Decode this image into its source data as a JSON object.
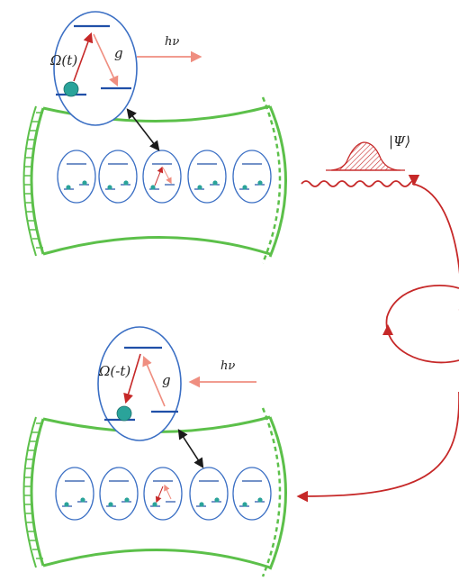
{
  "labels": {
    "top_rabi": "Ω(t)",
    "top_coupling": "g",
    "top_photon": "hν",
    "psi": "|Ψ⟩",
    "bottom_rabi": "Ω(-t)",
    "bottom_coupling": "g",
    "bottom_photon": "hν"
  },
  "colors": {
    "atom_outline": "#3b6fc4",
    "level_line": "#2050a8",
    "cavity": "#5cc04a",
    "red": "#c62828",
    "pink": "#ef8e80",
    "atom_ball": "#2aa39a",
    "coupling_arrow": "#1a1a1a"
  }
}
